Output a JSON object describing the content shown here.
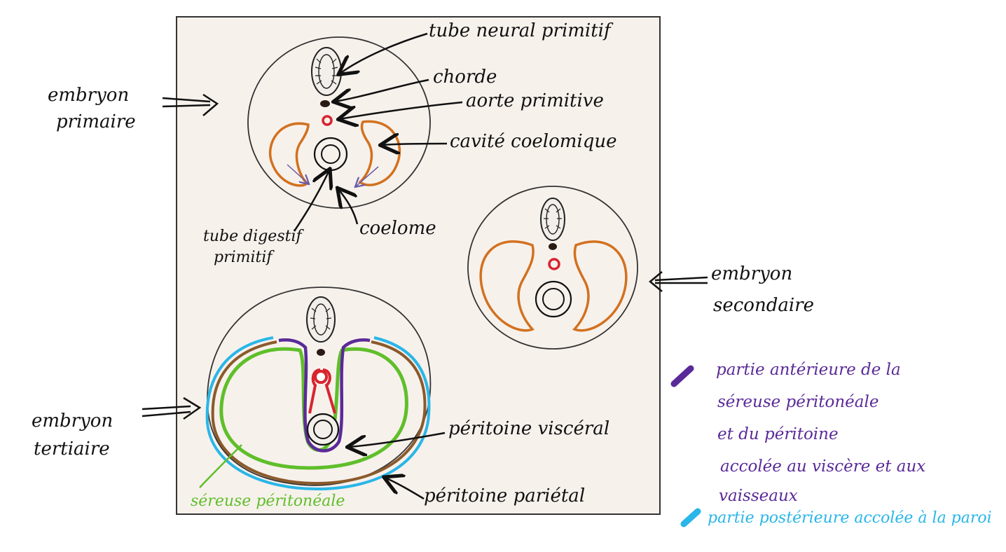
{
  "labels": {
    "tube_neural": "tube neural primitif",
    "chorde": "chorde",
    "aorte": "aorte primitive",
    "cavite": "cavité coelomique",
    "tube_digestif_1": "tube digestif",
    "tube_digestif_2": "primitif",
    "coelome": "coelome",
    "embryon_primaire_1": "embryon",
    "embryon_primaire_2": "primaire",
    "embryon_secondaire_1": "embryon",
    "embryon_secondaire_2": "secondaire",
    "embryon_tertiaire_1": "embryon",
    "embryon_tertiaire_2": "tertiaire",
    "peritoine_visceral": "péritoine viscéral",
    "peritoine_parietal": "péritoine pariétal",
    "sereuse": "séreuse péritonéale"
  },
  "legend": {
    "purple_lines": [
      "partie antérieure de la",
      "séreuse péritonéale",
      "et du péritoine",
      "accolée au viscère et aux",
      "vaisseaux"
    ],
    "cyan_line": "partie postérieure accolée à la paroi"
  },
  "colors": {
    "purple": "#5a2a98",
    "cyan": "#29b6e8",
    "green": "#5fbf2a",
    "orange": "#d2711f",
    "red": "#d8242f",
    "brown": "#8b5a2b"
  }
}
